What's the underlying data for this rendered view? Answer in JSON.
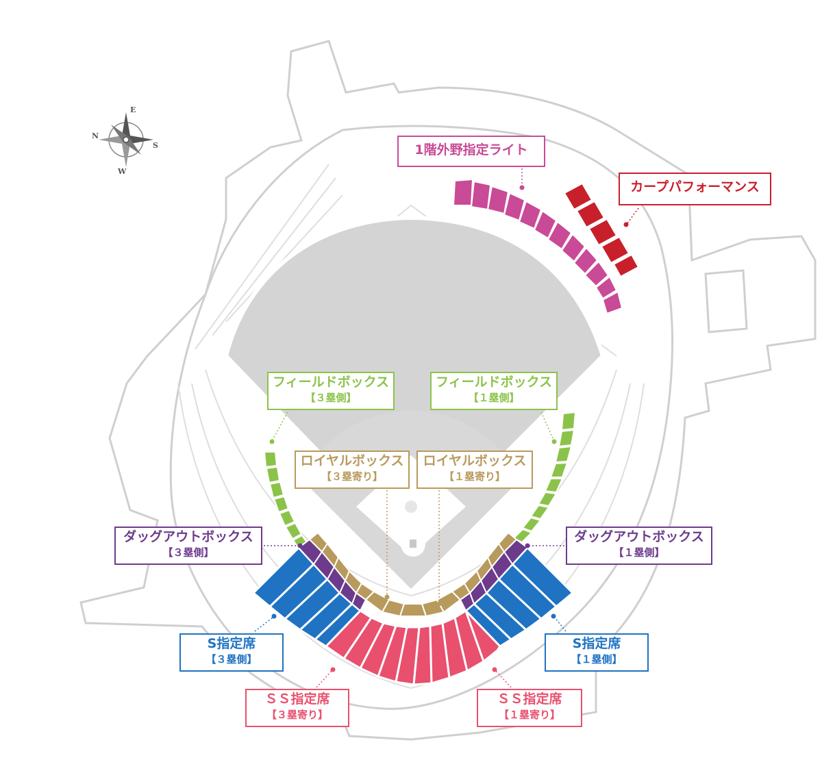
{
  "colors": {
    "outline": "#c9c9c9",
    "field": "#d4d4d4",
    "outfield_right": "#c94a96",
    "carp_performance": "#c8202b",
    "field_box": "#8bc34a",
    "royal_box": "#b89a5c",
    "dugout_box": "#6c3b8c",
    "s_seat": "#1f73c2",
    "ss_seat": "#e8506e"
  },
  "compass": {
    "n": "N",
    "e": "E",
    "s": "S",
    "w": "W"
  },
  "labels": {
    "outfield_right": {
      "line1": "1階外野指定ライト"
    },
    "carp_performance": {
      "line1": "カープパフォーマンス"
    },
    "field_box_3b": {
      "line1": "フィールドボックス",
      "line2": "【３塁側】"
    },
    "field_box_1b": {
      "line1": "フィールドボックス",
      "line2": "【１塁側】"
    },
    "royal_box_3b": {
      "line1": "ロイヤルボックス",
      "line2": "【３塁寄り】"
    },
    "royal_box_1b": {
      "line1": "ロイヤルボックス",
      "line2": "【１塁寄り】"
    },
    "dugout_box_3b": {
      "line1": "ダッグアウトボックス",
      "line2": "【３塁側】"
    },
    "dugout_box_1b": {
      "line1": "ダッグアウトボックス",
      "line2": "【１塁側】"
    },
    "s_seat_3b": {
      "line1": "S指定席",
      "line2": "【３塁側】"
    },
    "s_seat_1b": {
      "line1": "S指定席",
      "line2": "【１塁側】"
    },
    "ss_seat_3b": {
      "line1": "ＳＳ指定席",
      "line2": "【３塁寄り】"
    },
    "ss_seat_1b": {
      "line1": "ＳＳ指定席",
      "line2": "【１塁寄り】"
    }
  }
}
